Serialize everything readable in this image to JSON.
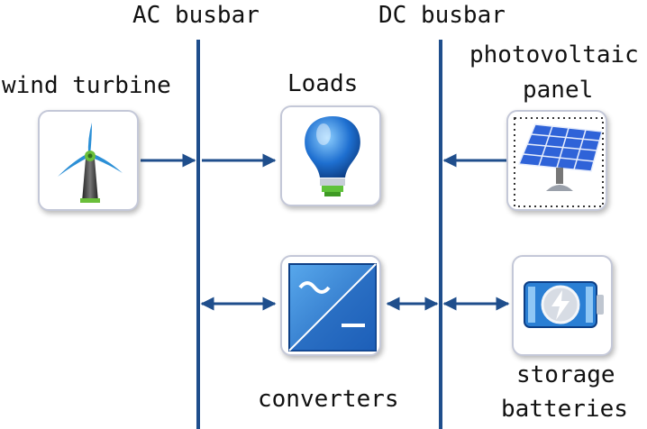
{
  "labels": {
    "ac_busbar": "AC busbar",
    "dc_busbar": "DC busbar",
    "wind_turbine": "wind turbine",
    "loads": "Loads",
    "photovoltaic_line1": "photovoltaic",
    "photovoltaic_line2": "panel",
    "converters": "converters",
    "storage_line1": "storage",
    "storage_line2": "batteries"
  },
  "colors": {
    "busbar": "#1f4e8c",
    "arrow": "#1f4e8c",
    "box_border": "#c4c8d8",
    "bulb": "#1e6fd0",
    "bulb_base": "#5fc23a",
    "panel": "#2f63d8",
    "converter": "#1d72c8",
    "battery": "#2a7fd4"
  },
  "icons": {
    "wind_turbine": "wind-turbine-icon",
    "loads": "light-bulb-icon",
    "photovoltaic_panel": "solar-panel-icon",
    "converters": "converter-icon",
    "storage_batteries": "battery-icon"
  }
}
